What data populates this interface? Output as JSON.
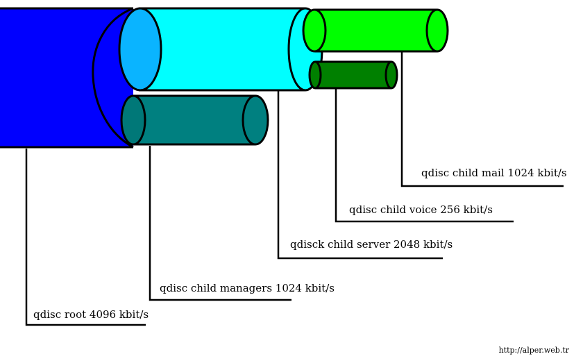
{
  "diagram": {
    "labels": {
      "root": "qdisc root 4096 kbit/s",
      "managers": "qdisc child managers 1024 kbit/s",
      "server": "qdisck child server 2048 kbit/s",
      "voice": "qdisc child voice 256 kbit/s",
      "mail": "qdisc child mail 1024 kbit/s"
    },
    "credit": "http://alper.web.tr"
  },
  "colors": {
    "root": "#0000ff",
    "root_end": "#0000e6",
    "server": "#00ffff",
    "server_end": "#0ab4ff",
    "managers": "#008080",
    "managers_end": "#007878",
    "mail": "#00ff00",
    "voice": "#008000",
    "outline": "#000000"
  }
}
